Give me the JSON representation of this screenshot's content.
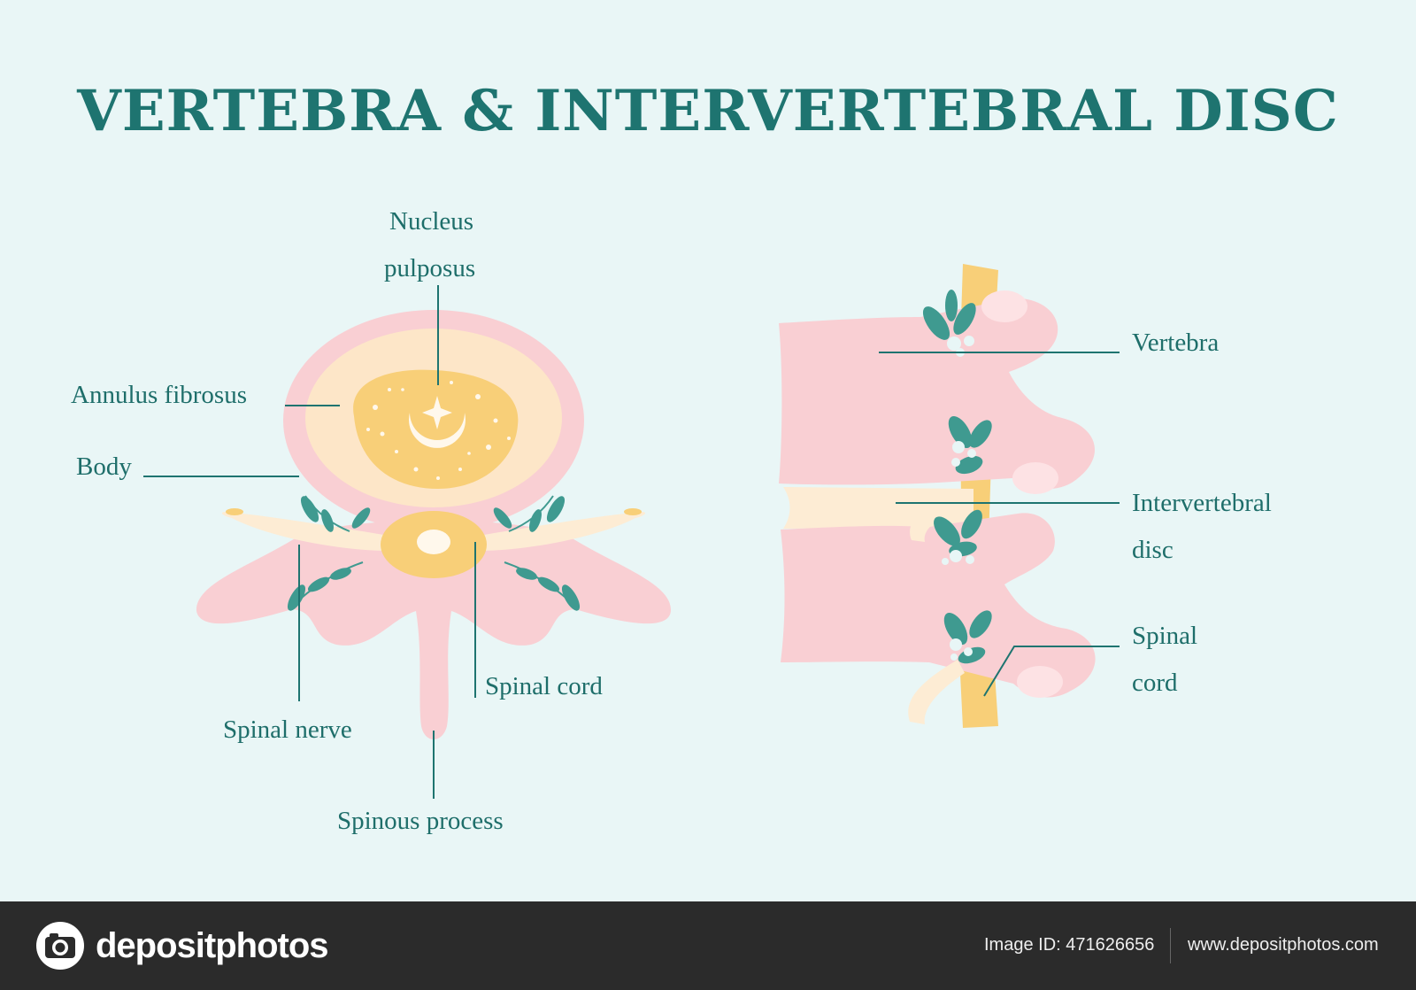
{
  "title": "VERTEBRA & INTERVERTEBRAL DISC",
  "cross_section": {
    "labels": {
      "nucleus_line1": "Nucleus",
      "nucleus_line2": "pulposus",
      "annulus": "Annulus fibrosus",
      "body": "Body",
      "spinal_cord": "Spinal cord",
      "spinal_nerve": "Spinal nerve",
      "spinous_process": "Spinous process"
    }
  },
  "side_view": {
    "labels": {
      "vertebra": "Vertebra",
      "disc_line1": "Intervertebral",
      "disc_line2": "disc",
      "cord_line1": "Spinal",
      "cord_line2": "cord"
    }
  },
  "footer": {
    "logo_text": "depositphotos",
    "image_id": "Image ID: 471626656",
    "website": "www.depositphotos.com"
  },
  "colors": {
    "background": "#e9f6f6",
    "teal": "#1e7470",
    "bone_pink": "#f9cfd3",
    "annulus_cream": "#fde6c8",
    "nucleus_yellow": "#f8cf78",
    "leaf": "#3f9a90"
  }
}
